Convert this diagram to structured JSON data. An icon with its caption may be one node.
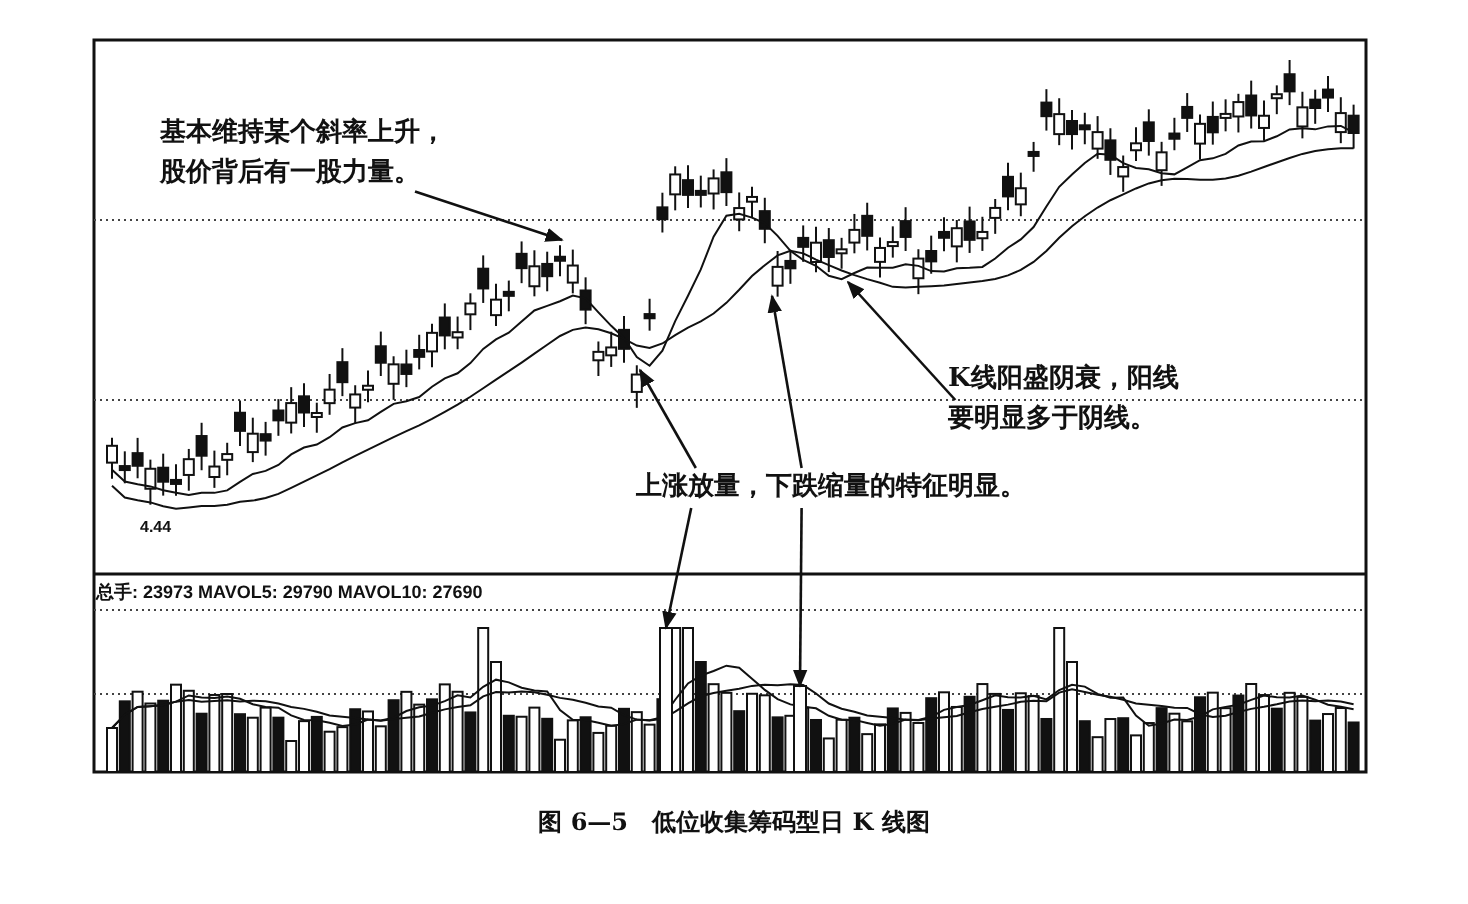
{
  "diagram": {
    "caption": "图 6—5　低位收集筹码型日 K 线图",
    "nodes": [
      {
        "text": [
          "基本维持某个斜率上升，股价背后有一股力量。"
        ]
      },
      {
        "text": [
          "K线阳盛阴衰，阳线要明显多于阴线。"
        ]
      },
      {
        "text": [
          "上涨放量，下跌缩量的特征明显。"
        ]
      },
      {
        "text": [],
        "shape": "bar"
      },
      {
        "text": [],
        "shape": "bar"
      }
    ],
    "edges": [
      {
        "from": 0,
        "to": null,
        "arrow": "to"
      },
      {
        "from": 1,
        "to": null,
        "arrow": "to"
      },
      {
        "from": 2,
        "to": null,
        "arrow": "to"
      },
      {
        "from": 2,
        "to": null,
        "arrow": "to"
      },
      {
        "from": 2,
        "to": 3,
        "arrow": "to"
      },
      {
        "from": 2,
        "to": 4,
        "arrow": "to"
      }
    ],
    "labels": [
      "4.44",
      "总手: 23973 MAVOL5: 29790 MAVOL10: 27690"
    ]
  }
}
